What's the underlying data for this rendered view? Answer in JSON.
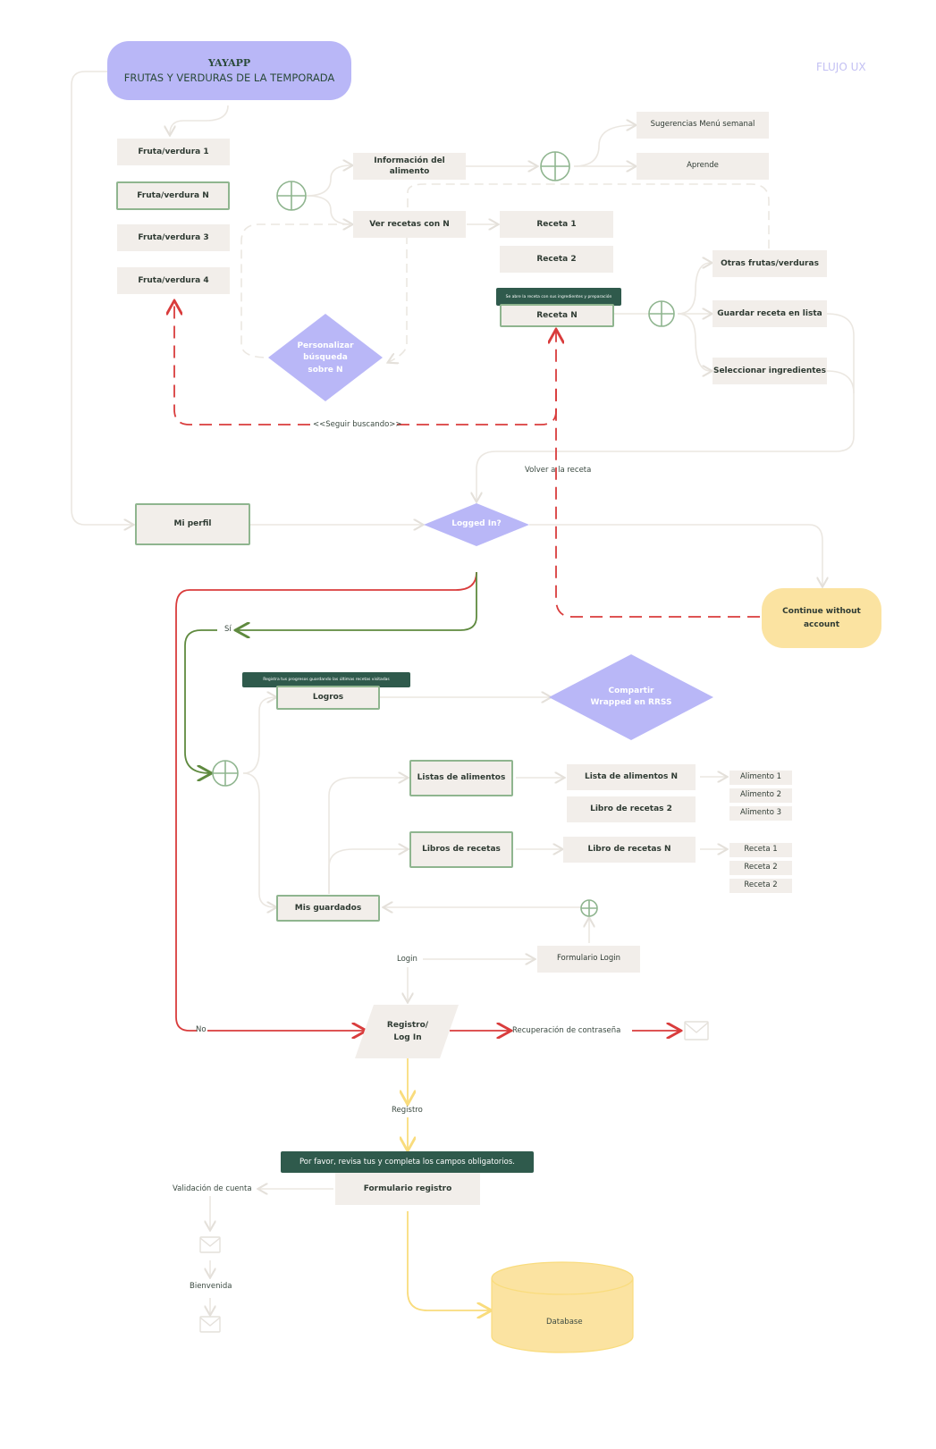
{
  "header": {
    "brand": "YAYAPP",
    "subtitle": "FRUTAS Y VERDURAS DE LA TEMPORADA",
    "flow_label": "FLUJO UX"
  },
  "fruits": {
    "item1": "Fruta/verdura 1",
    "itemN": "Fruta/verdura N",
    "item3": "Fruta/verdura 3",
    "item4": "Fruta/verdura 4"
  },
  "food": {
    "info": "Información del alimento",
    "recipes": "Ver recetas con N",
    "menu": "Sugerencias Menú semanal",
    "learn": "Aprende",
    "recipe1": "Receta 1",
    "recipe2": "Receta 2",
    "recipeN": "Receta N",
    "recipe_tip": "Se abre la receta con sus ingredientes y preparación",
    "other": "Otras frutas/verduras",
    "save_list": "Guardar receta en lista",
    "select_ing": "Seleccionar ingredientes",
    "personalize": [
      "Personalizar",
      "búsqueda",
      "sobre N"
    ],
    "keep_searching": "<<Seguir buscando>>",
    "back_to_recipe": "Volver a la receta"
  },
  "profile": {
    "my_profile": "Mi perfil",
    "logged_in": "Logged In?",
    "continue": [
      "Continue without",
      "account"
    ],
    "yes": "Sí",
    "no": "No"
  },
  "logged": {
    "achievements": "Logros",
    "achievements_tip": "Registra tus progresos guardando las últimas recetas visitadas",
    "share": [
      "Compartir",
      "Wrapped en RRSS"
    ],
    "food_lists": "Listas de alimentos",
    "food_list_n": "Lista de alimentos N",
    "recipe_book_2": "Libro de recetas 2",
    "recipe_books": "Libros de recetas",
    "recipe_book_n": "Libro de recetas N",
    "food1": "Alimento 1",
    "food2": "Alimento 2",
    "food3": "Alimento 3",
    "r1": "Receta 1",
    "r2": "Receta 2",
    "r3": "Receta 2",
    "saved": "Mis guardados"
  },
  "auth": {
    "login": "Login",
    "login_form": "Formulario Login",
    "register_login": [
      "Registro/",
      "Log In"
    ],
    "recovery": "Recuperación de contraseña",
    "register": "Registro",
    "form_tip": "Por favor, revisa tus y completa los campos obligatorios.",
    "register_form": "Formulario registro",
    "validation": "Validación de cuenta",
    "welcome": "Bienvenida",
    "database": "Database"
  },
  "colors": {
    "purple": "#b9b7f7",
    "green": "#8fb58f",
    "red": "#d93c3c",
    "yellow": "#f9dc7d",
    "box": "#f2eeea",
    "tooltip": "#2f5a4c"
  }
}
